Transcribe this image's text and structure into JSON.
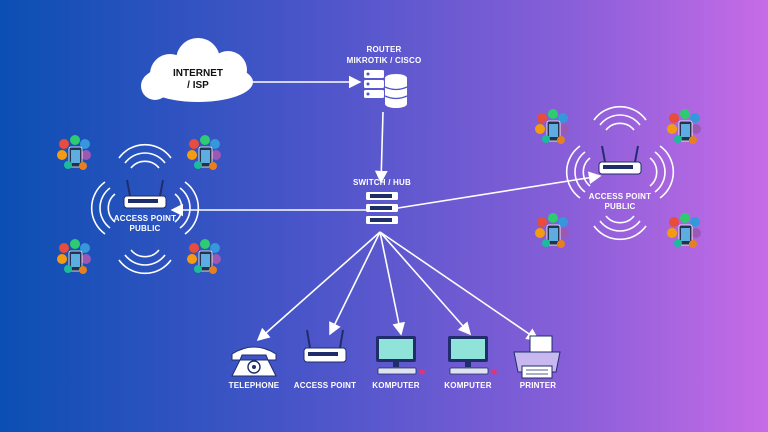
{
  "internet": {
    "line1": "INTERNET",
    "line2": "/ ISP"
  },
  "router": {
    "line1": "ROUTER",
    "line2": "MIKROTIK /  CISCO"
  },
  "switch": {
    "label": "SWITCH / HUB"
  },
  "ap_left": {
    "line1": "ACCESS POINT",
    "line2": "PUBLIC"
  },
  "ap_right": {
    "line1": "ACCESS POINT",
    "line2": "PUBLIC"
  },
  "devices": {
    "telephone": "TELEPHONE",
    "access_point": "ACCESS POINT",
    "komputer1": "KOMPUTER",
    "komputer2": "KOMPUTER",
    "printer": "PRINTER"
  },
  "colors": {
    "bg_left": "#0b4fb3",
    "bg_right": "#c76be6",
    "line": "#ffffff",
    "device_dark": "#1f2d6b"
  }
}
